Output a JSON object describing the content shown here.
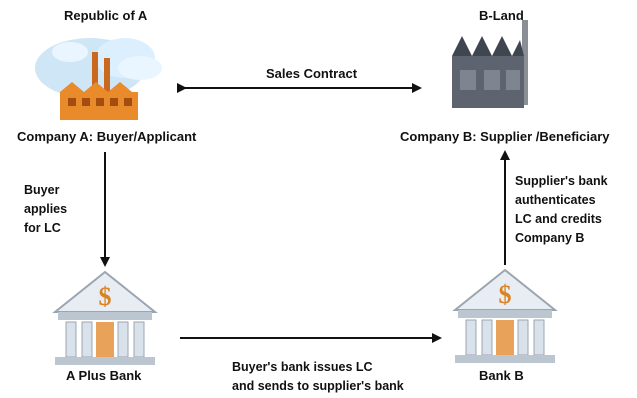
{
  "nodes": {
    "country_a": "Republic of A",
    "country_b": "B-Land",
    "company_a": "Company A: Buyer/Applicant",
    "company_b": "Company B:  Supplier /Beneficiary",
    "bank_a": "A Plus Bank",
    "bank_b": "Bank B"
  },
  "edges": {
    "sales_contract": "Sales Contract",
    "buyer_applies": [
      "Buyer",
      "applies",
      "for LC"
    ],
    "supplier_bank": [
      "Supplier's bank",
      "authenticates",
      "LC and credits",
      "Company B"
    ],
    "issues": [
      "Buyer's bank issues LC",
      "and sends to supplier's bank"
    ]
  },
  "icons": {
    "factory_a": "factory-icon",
    "factory_b": "factory-icon",
    "bank_a": "bank-icon",
    "bank_b": "bank-icon",
    "bank_symbol": "$"
  }
}
